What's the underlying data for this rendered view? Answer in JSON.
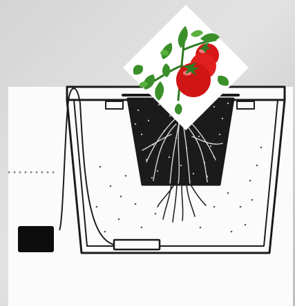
{
  "diagram": {
    "nodes": [
      {
        "id": "plant",
        "icon": "tomato-plant-icon"
      },
      {
        "id": "net-pot",
        "icon": "net-pot-icon"
      },
      {
        "id": "reservoir",
        "icon": "reservoir-icon"
      },
      {
        "id": "air-pump",
        "icon": "air-pump-icon"
      },
      {
        "id": "air-stone",
        "icon": "air-stone-icon"
      }
    ],
    "edges": [
      {
        "from": "air-pump",
        "to": "air-stone",
        "kind": "air-tube"
      }
    ],
    "colors": {
      "outline": "#1a1a1a",
      "growing_medium": "#1b1b1b",
      "root": "#d9d9d9",
      "tomato": "#d81818",
      "leaf": "#3a8f2a",
      "background": "#fbfbfb"
    }
  }
}
